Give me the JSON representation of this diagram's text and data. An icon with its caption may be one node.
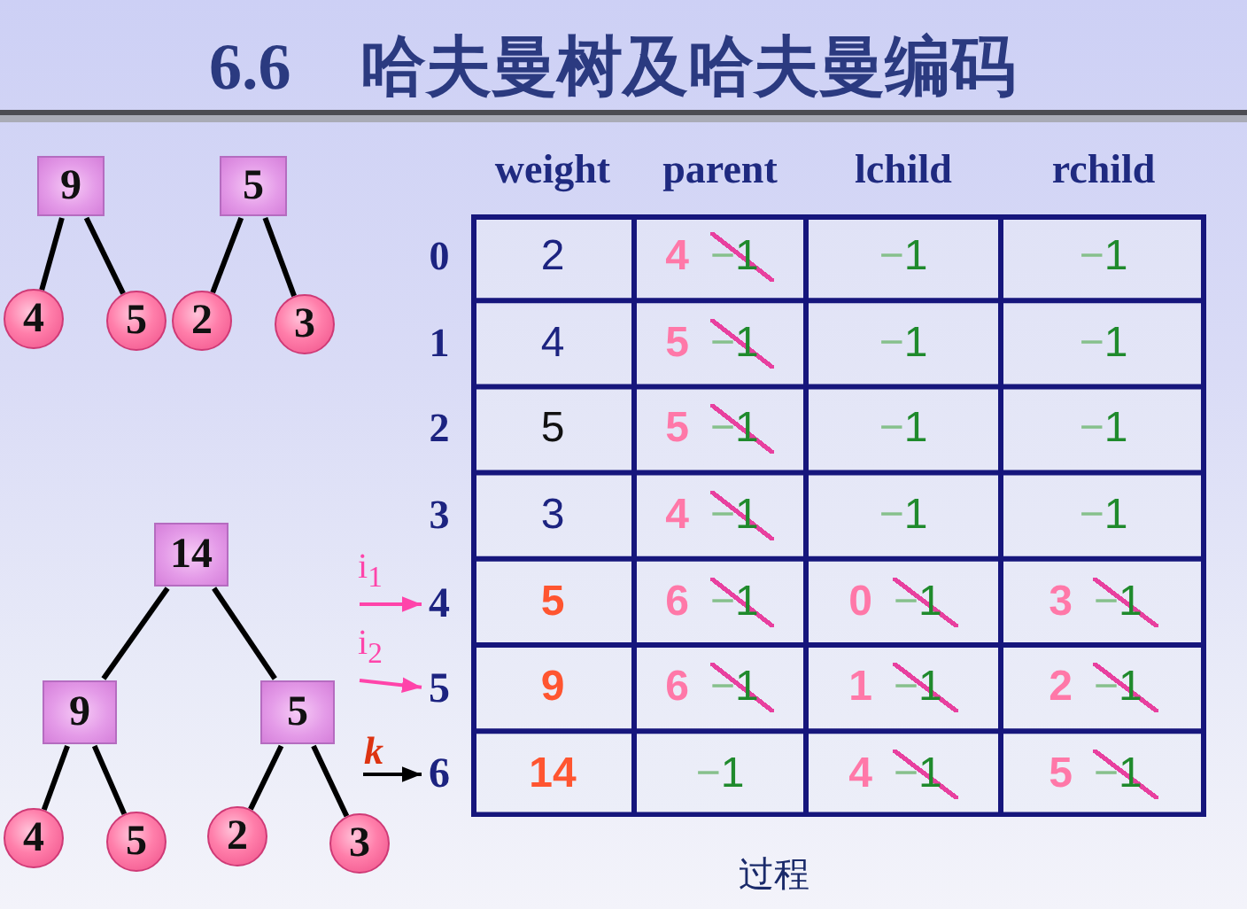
{
  "diagram": {
    "title": "6.6 哈夫曼树及哈夫曼编码",
    "caption": "过程",
    "nodes": [
      {
        "text": [
          "9"
        ]
      },
      {
        "text": [
          "5"
        ]
      },
      {
        "text": [
          "4"
        ]
      },
      {
        "text": [
          "5"
        ]
      },
      {
        "text": [
          "2"
        ]
      },
      {
        "text": [
          "3"
        ]
      },
      {
        "text": [
          "14"
        ]
      },
      {
        "text": [
          "9"
        ]
      },
      {
        "text": [
          "5"
        ]
      },
      {
        "text": [
          "4"
        ]
      },
      {
        "text": [
          "5"
        ]
      },
      {
        "text": [
          "2"
        ]
      },
      {
        "text": [
          "3"
        ]
      },
      {
        "text": [
          "4"
        ]
      },
      {
        "text": [
          "5"
        ]
      },
      {
        "text": [
          "6"
        ]
      }
    ],
    "edges": [
      {
        "from": 0,
        "to": 2,
        "arrow": "none"
      },
      {
        "from": 0,
        "to": 3,
        "arrow": "none"
      },
      {
        "from": 1,
        "to": 4,
        "arrow": "none"
      },
      {
        "from": 1,
        "to": 5,
        "arrow": "none"
      },
      {
        "from": 6,
        "to": 7,
        "arrow": "none"
      },
      {
        "from": 6,
        "to": 8,
        "arrow": "none"
      },
      {
        "from": 7,
        "to": 9,
        "arrow": "none"
      },
      {
        "from": 7,
        "to": 10,
        "arrow": "none"
      },
      {
        "from": 8,
        "to": 11,
        "arrow": "none"
      },
      {
        "from": 8,
        "to": 12,
        "arrow": "none"
      },
      {
        "from": null,
        "to": 13,
        "arrow": "to",
        "label": "i$_{1}$",
        "color": "#ff44aa"
      },
      {
        "from": null,
        "to": 14,
        "arrow": "to",
        "label": "i$_{2}$",
        "color": "#ff44aa"
      },
      {
        "from": null,
        "to": 15,
        "arrow": "to",
        "label": "k"
      }
    ],
    "labels": [
      "weight",
      "parent",
      "lchild",
      "rchild",
      "0",
      "2",
      "4",
      "−1",
      "−1",
      "−1",
      "1",
      "4",
      "5",
      "−1",
      "−1",
      "−1",
      "2",
      "5",
      "5",
      "−1",
      "−1",
      "−1",
      "3",
      "3",
      "4",
      "−1",
      "−1",
      "−1",
      "5",
      "6",
      "−1",
      "0",
      "−1",
      "3",
      "−1",
      "9",
      "6",
      "−1",
      "1",
      "−1",
      "2",
      "−1",
      "14",
      "−1",
      "4",
      "−1",
      "5",
      "−1"
    ]
  }
}
